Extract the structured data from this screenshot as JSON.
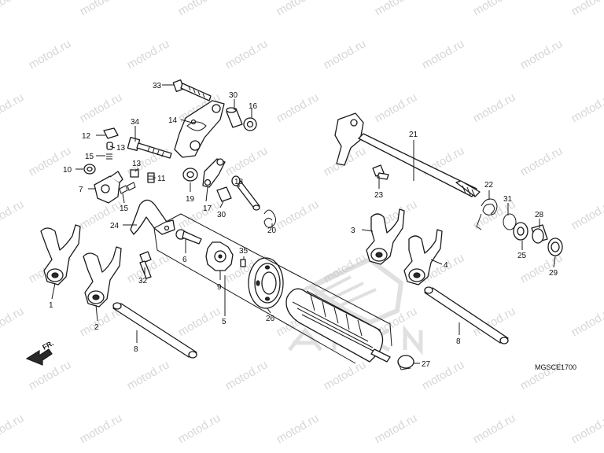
{
  "watermark": "motod.ru",
  "diagram_code": "MGSCE1700",
  "direction_label": "FR.",
  "callouts": {
    "c1": "1",
    "c2": "2",
    "c3": "3",
    "c4": "4",
    "c5": "5",
    "c6": "6",
    "c7": "7",
    "c8a": "8",
    "c8b": "8",
    "c9": "9",
    "c10": "10",
    "c11": "11",
    "c12": "12",
    "c13a": "13",
    "c13b": "13",
    "c14": "14",
    "c15a": "15",
    "c15b": "15",
    "c16": "16",
    "c17": "17",
    "c18": "18",
    "c19": "19",
    "c20": "20",
    "c21": "21",
    "c22": "22",
    "c23": "23",
    "c24": "24",
    "c25": "25",
    "c26": "26",
    "c27": "27",
    "c28": "28",
    "c29": "29",
    "c30a": "30",
    "c30b": "30",
    "c31": "31",
    "c32": "32",
    "c33": "33",
    "c34": "34",
    "c35": "35"
  },
  "colors": {
    "line": "#1a1a1a",
    "watermark": "#d7d7d7",
    "brand_logo": "#c8c8c8"
  }
}
